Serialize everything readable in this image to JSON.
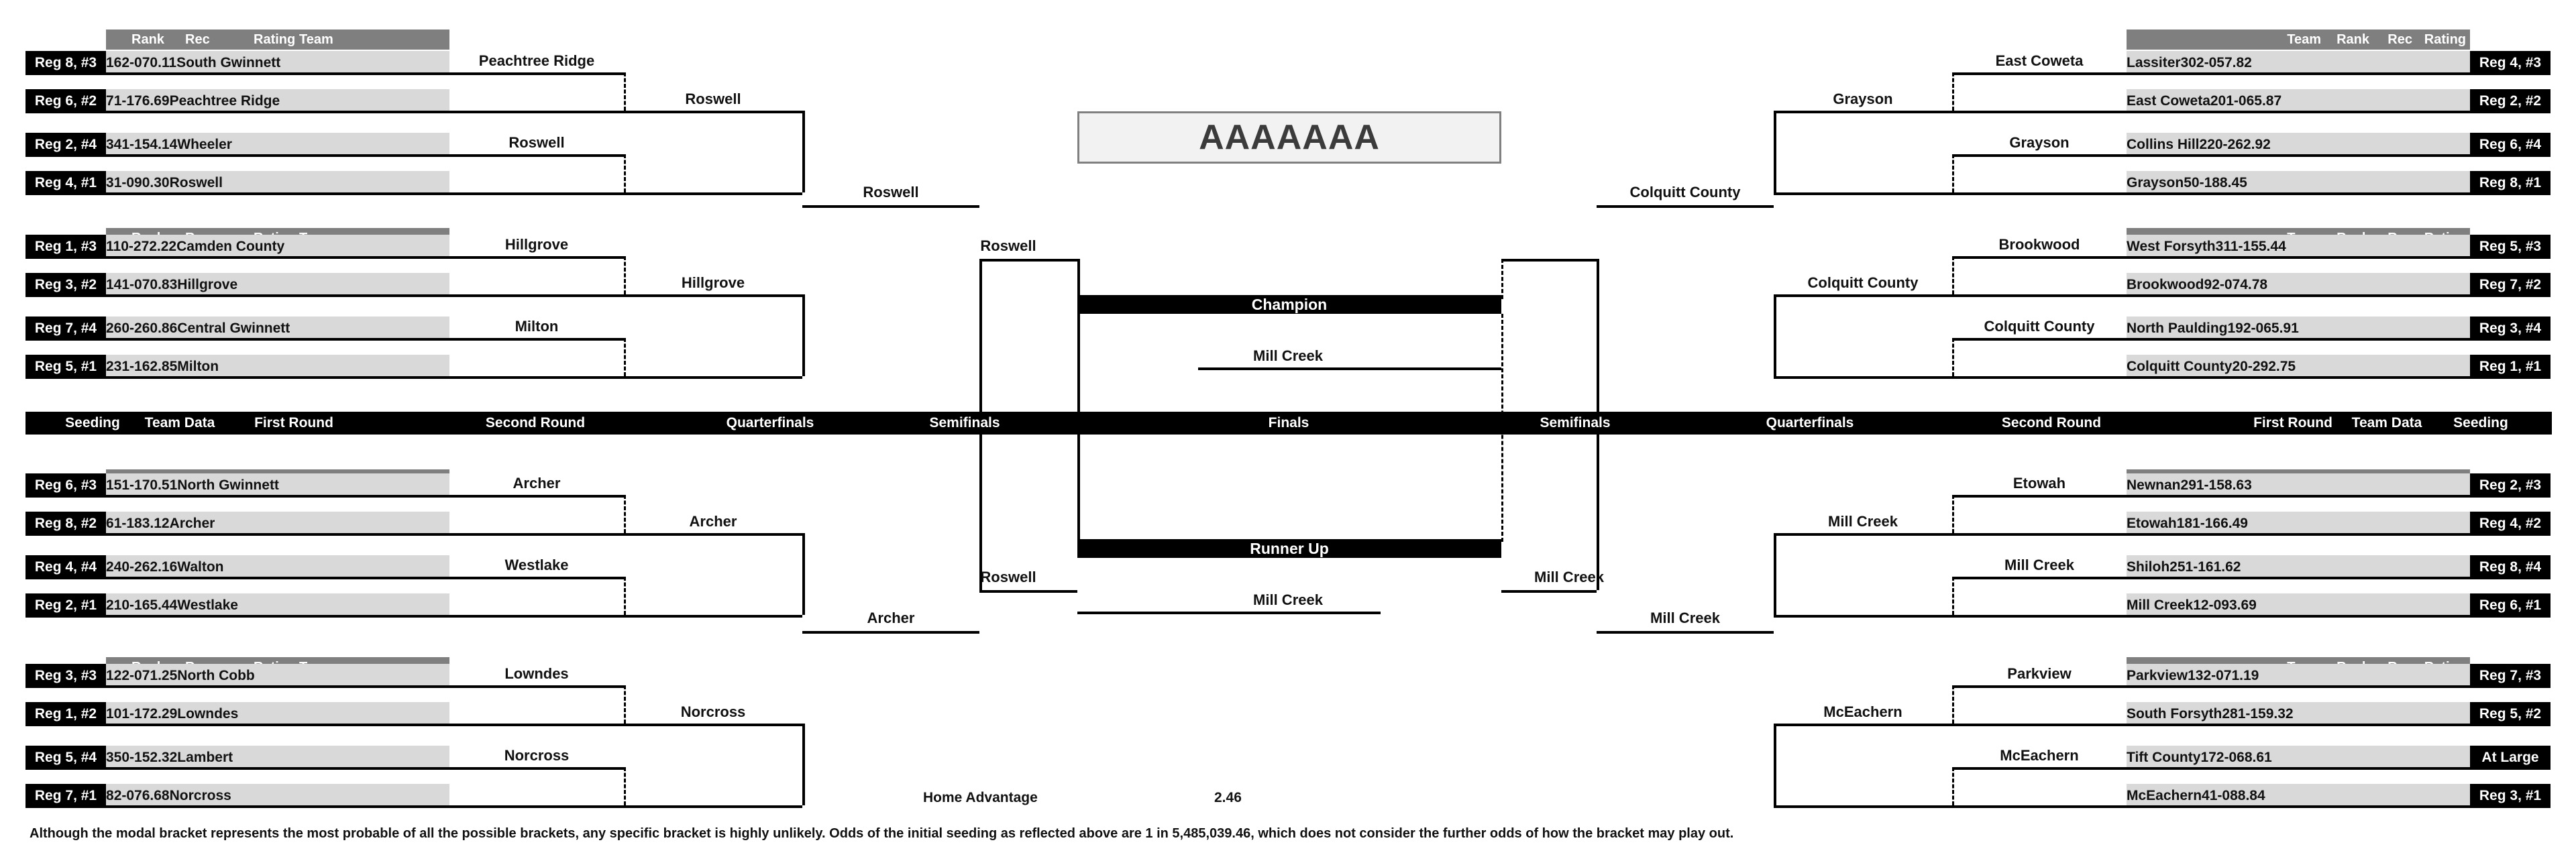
{
  "title": {
    "text": "AAAAAAA"
  },
  "columns": {
    "left": {
      "rank": "Rank",
      "rec": "Rec",
      "rating": "Rating",
      "team": "Team"
    },
    "right": {
      "team": "Team",
      "rank": "Rank",
      "rec": "Rec",
      "rating": "Rating"
    }
  },
  "rounds": {
    "left": [
      "Seeding",
      "Team Data",
      "First Round",
      "Second Round",
      "Quarterfinals",
      "Semifinals"
    ],
    "center": "Finals",
    "right": [
      "Semifinals",
      "Quarterfinals",
      "Second Round",
      "First Round",
      "Team Data",
      "Seeding"
    ]
  },
  "results": {
    "champion_label": "Champion",
    "runnerup_label": "Runner Up",
    "champion_team": "Roswell",
    "runnerup_team": "Mill Creek"
  },
  "footer": {
    "home_advantage_label": "Home Advantage",
    "home_advantage_value": "2.46",
    "disclaimer": "Although the modal bracket represents the most probable of all the possible brackets, any specific bracket is highly unlikely.  Odds of the initial seeding as reflected above are 1 in 5,485,039.46, which does not consider the further odds of how the bracket may play out."
  },
  "teams_left": [
    {
      "seed": "Reg 8, #3",
      "rank": "16",
      "rec": "2-0",
      "rating": "70.11",
      "team": "South Gwinnett"
    },
    {
      "seed": "Reg 6, #2",
      "rank": "7",
      "rec": "1-1",
      "rating": "76.69",
      "team": "Peachtree Ridge"
    },
    {
      "seed": "Reg 2, #4",
      "rank": "34",
      "rec": "1-1",
      "rating": "54.14",
      "team": "Wheeler"
    },
    {
      "seed": "Reg 4, #1",
      "rank": "3",
      "rec": "1-0",
      "rating": "90.30",
      "team": "Roswell"
    },
    {
      "seed": "Reg 1, #3",
      "rank": "11",
      "rec": "0-2",
      "rating": "72.22",
      "team": "Camden County"
    },
    {
      "seed": "Reg 3, #2",
      "rank": "14",
      "rec": "1-0",
      "rating": "70.83",
      "team": "Hillgrove"
    },
    {
      "seed": "Reg 7, #4",
      "rank": "26",
      "rec": "0-2",
      "rating": "60.86",
      "team": "Central Gwinnett"
    },
    {
      "seed": "Reg 5, #1",
      "rank": "23",
      "rec": "1-1",
      "rating": "62.85",
      "team": "Milton"
    },
    {
      "seed": "Reg 6, #3",
      "rank": "15",
      "rec": "1-1",
      "rating": "70.51",
      "team": "North Gwinnett"
    },
    {
      "seed": "Reg 8, #2",
      "rank": "6",
      "rec": "1-1",
      "rating": "83.12",
      "team": "Archer"
    },
    {
      "seed": "Reg 4, #4",
      "rank": "24",
      "rec": "0-2",
      "rating": "62.16",
      "team": "Walton"
    },
    {
      "seed": "Reg 2, #1",
      "rank": "21",
      "rec": "0-1",
      "rating": "65.44",
      "team": "Westlake"
    },
    {
      "seed": "Reg 3, #3",
      "rank": "12",
      "rec": "2-0",
      "rating": "71.25",
      "team": "North Cobb"
    },
    {
      "seed": "Reg 1, #2",
      "rank": "10",
      "rec": "1-1",
      "rating": "72.29",
      "team": "Lowndes"
    },
    {
      "seed": "Reg 5, #4",
      "rank": "35",
      "rec": "0-1",
      "rating": "52.32",
      "team": "Lambert"
    },
    {
      "seed": "Reg 7, #1",
      "rank": "8",
      "rec": "2-0",
      "rating": "76.68",
      "team": "Norcross"
    }
  ],
  "teams_right": [
    {
      "seed": "Reg 4, #3",
      "rank": "30",
      "rec": "2-0",
      "rating": "57.82",
      "team": "Lassiter"
    },
    {
      "seed": "Reg 2, #2",
      "rank": "20",
      "rec": "1-0",
      "rating": "65.87",
      "team": "East Coweta"
    },
    {
      "seed": "Reg 6, #4",
      "rank": "22",
      "rec": "0-2",
      "rating": "62.92",
      "team": "Collins Hill"
    },
    {
      "seed": "Reg 8, #1",
      "rank": "5",
      "rec": "0-1",
      "rating": "88.45",
      "team": "Grayson"
    },
    {
      "seed": "Reg 5, #3",
      "rank": "31",
      "rec": "1-1",
      "rating": "55.44",
      "team": "West Forsyth"
    },
    {
      "seed": "Reg 7, #2",
      "rank": "9",
      "rec": "2-0",
      "rating": "74.78",
      "team": "Brookwood"
    },
    {
      "seed": "Reg 3, #4",
      "rank": "19",
      "rec": "2-0",
      "rating": "65.91",
      "team": "North Paulding"
    },
    {
      "seed": "Reg 1, #1",
      "rank": "2",
      "rec": "0-2",
      "rating": "92.75",
      "team": "Colquitt County"
    },
    {
      "seed": "Reg 2, #3",
      "rank": "29",
      "rec": "1-1",
      "rating": "58.63",
      "team": "Newnan"
    },
    {
      "seed": "Reg 4, #2",
      "rank": "18",
      "rec": "1-1",
      "rating": "66.49",
      "team": "Etowah"
    },
    {
      "seed": "Reg 8, #4",
      "rank": "25",
      "rec": "1-1",
      "rating": "61.62",
      "team": "Shiloh"
    },
    {
      "seed": "Reg 6, #1",
      "rank": "1",
      "rec": "2-0",
      "rating": "93.69",
      "team": "Mill Creek"
    },
    {
      "seed": "Reg 7, #3",
      "rank": "13",
      "rec": "2-0",
      "rating": "71.19",
      "team": "Parkview"
    },
    {
      "seed": "Reg 5, #2",
      "rank": "28",
      "rec": "1-1",
      "rating": "59.32",
      "team": "South Forsyth"
    },
    {
      "seed": "At Large",
      "rank": "17",
      "rec": "2-0",
      "rating": "68.61",
      "team": "Tift County"
    },
    {
      "seed": "Reg 3, #1",
      "rank": "4",
      "rec": "1-0",
      "rating": "88.84",
      "team": "McEachern"
    }
  ],
  "advance_left": {
    "r2": [
      "Peachtree Ridge",
      "Roswell",
      "Hillgrove",
      "Milton",
      "Archer",
      "Westlake",
      "Lowndes",
      "Norcross"
    ],
    "r3": [
      "Roswell",
      "Hillgrove",
      "Archer",
      "Norcross"
    ],
    "r4": [
      "Roswell",
      "Archer"
    ],
    "r5": [
      "Roswell"
    ]
  },
  "advance_right": {
    "r2": [
      "East Coweta",
      "Grayson",
      "Brookwood",
      "Colquitt County",
      "Etowah",
      "Mill Creek",
      "Parkview",
      "McEachern"
    ],
    "r3": [
      "Grayson",
      "Colquitt County",
      "Mill Creek",
      "McEachern"
    ],
    "r4": [
      "Colquitt County",
      "Mill Creek"
    ],
    "r5": [
      "Mill Creek"
    ]
  }
}
